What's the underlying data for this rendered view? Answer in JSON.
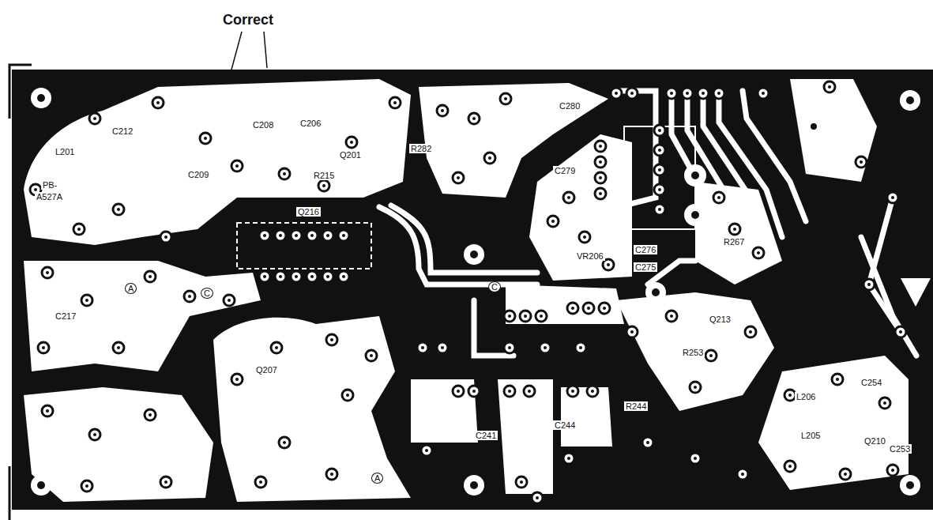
{
  "diagram": {
    "labels": [
      "Correct",
      "C212",
      "C208",
      "C206",
      "C209",
      "Q201",
      "R215",
      "R282",
      "C280",
      "C279",
      "VR206",
      "C276",
      "C275",
      "Q216",
      "C217",
      "A",
      "C",
      "C",
      "A",
      "Q207",
      "C241",
      "C244",
      "R244",
      "L206",
      "L205",
      "C254",
      "Q210",
      "C253",
      "Q213",
      "R253",
      "R267",
      "L201",
      "PB-",
      "A527A"
    ]
  }
}
